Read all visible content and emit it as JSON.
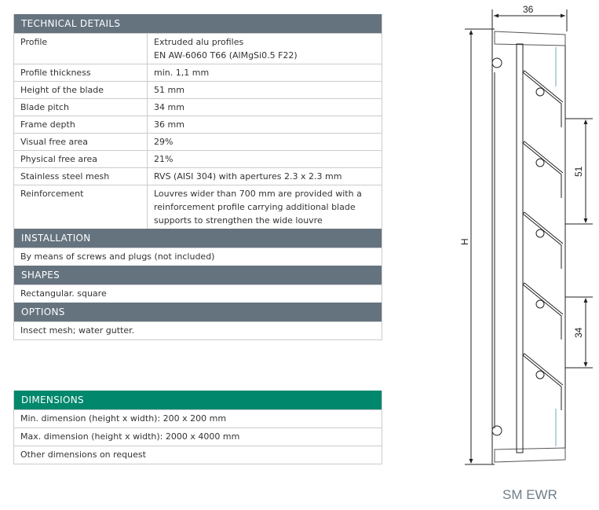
{
  "technical": {
    "title": "TECHNICAL DETAILS",
    "rows": [
      {
        "k": "Profile",
        "v1": "Extruded alu profiles",
        "v2": "EN AW-6060 T66 (AlMgSi0.5 F22)"
      },
      {
        "k": "Profile thickness",
        "v": "min. 1,1 mm"
      },
      {
        "k": "Height of the blade",
        "v": "51 mm"
      },
      {
        "k": "Blade pitch",
        "v": "34 mm"
      },
      {
        "k": "Frame depth",
        "v": "36 mm"
      },
      {
        "k": "Visual free area",
        "v": "29%"
      },
      {
        "k": "Physical free area",
        "v": "21%"
      },
      {
        "k": "Stainless steel mesh",
        "v": "RVS (AISI 304) with apertures 2.3 x 2.3 mm"
      },
      {
        "k": "Reinforcement",
        "v1": "Louvres wider than 700 mm are provided with a",
        "v2": "reinforcement profile carrying additional blade",
        "v3": "supports to strengthen the wide louvre"
      }
    ]
  },
  "installation": {
    "title": "INSTALLATION",
    "text": "By means of screws and plugs (not included)"
  },
  "shapes": {
    "title": "SHAPES",
    "text": "Rectangular. square"
  },
  "options": {
    "title": "OPTIONS",
    "text": "Insect mesh; water gutter."
  },
  "dimensions": {
    "title": "DIMENSIONS",
    "rows": [
      "Min. dimension (height x width): 200 x 200 mm",
      "Max. dimension (height x width): 2000 x 4000 mm",
      "Other dimensions on request"
    ]
  },
  "drawing": {
    "depth": "36",
    "height": "H",
    "blade": "51",
    "pitch": "34",
    "caption": "SM EWR"
  },
  "colors": {
    "header": "#65737f",
    "dimensions_header": "#00876c"
  }
}
